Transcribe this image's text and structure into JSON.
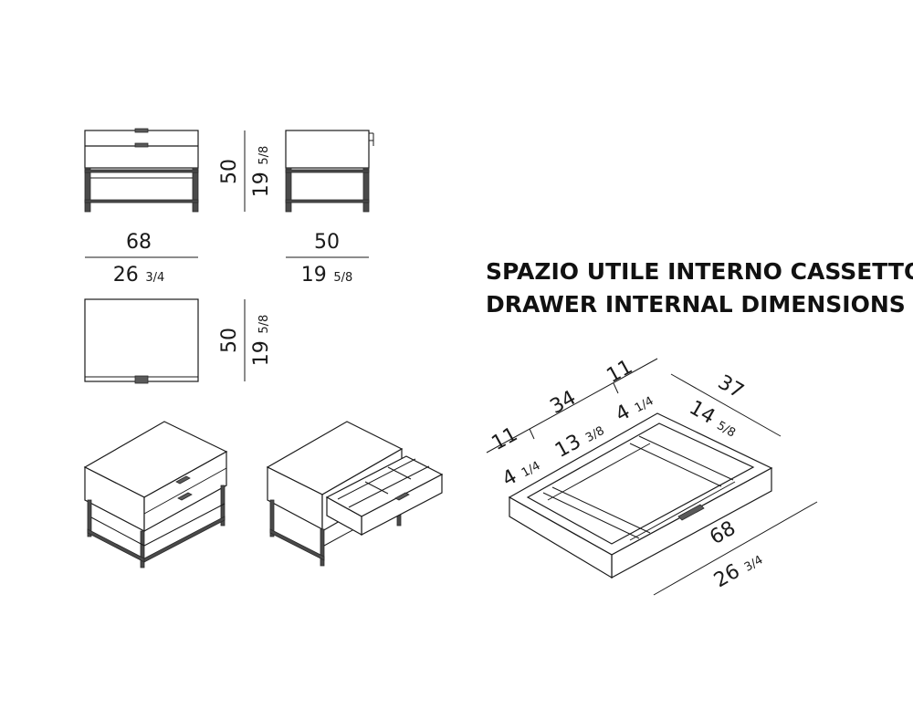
{
  "heading": {
    "line1": "SPAZIO UTILE INTERNO CASSETTO",
    "line2": "DRAWER INTERNAL DIMENSIONS"
  },
  "front_view": {
    "width_cm": "68",
    "width_in": "26",
    "width_in_frac": "3/4",
    "height_cm": "50",
    "height_in": "19",
    "height_in_frac": "5/8"
  },
  "side_view": {
    "depth_cm": "50",
    "depth_in": "19",
    "depth_in_frac": "5/8"
  },
  "top_view": {
    "depth_cm": "50",
    "depth_in": "19",
    "depth_in_frac": "5/8"
  },
  "drawer": {
    "side_left_cm": "11",
    "side_left_in": "4",
    "side_left_in_frac": "1/4",
    "middle_cm": "34",
    "middle_in": "13",
    "middle_in_frac": "3/8",
    "side_right_cm": "11",
    "side_right_in": "4",
    "side_right_in_frac": "1/4",
    "depth_cm": "37",
    "depth_in": "14",
    "depth_in_frac": "5/8",
    "width_cm": "68",
    "width_in": "26",
    "width_in_frac": "3/4"
  },
  "colors": {
    "line": "#1a1a1a",
    "metal": "#4a4a4a"
  }
}
